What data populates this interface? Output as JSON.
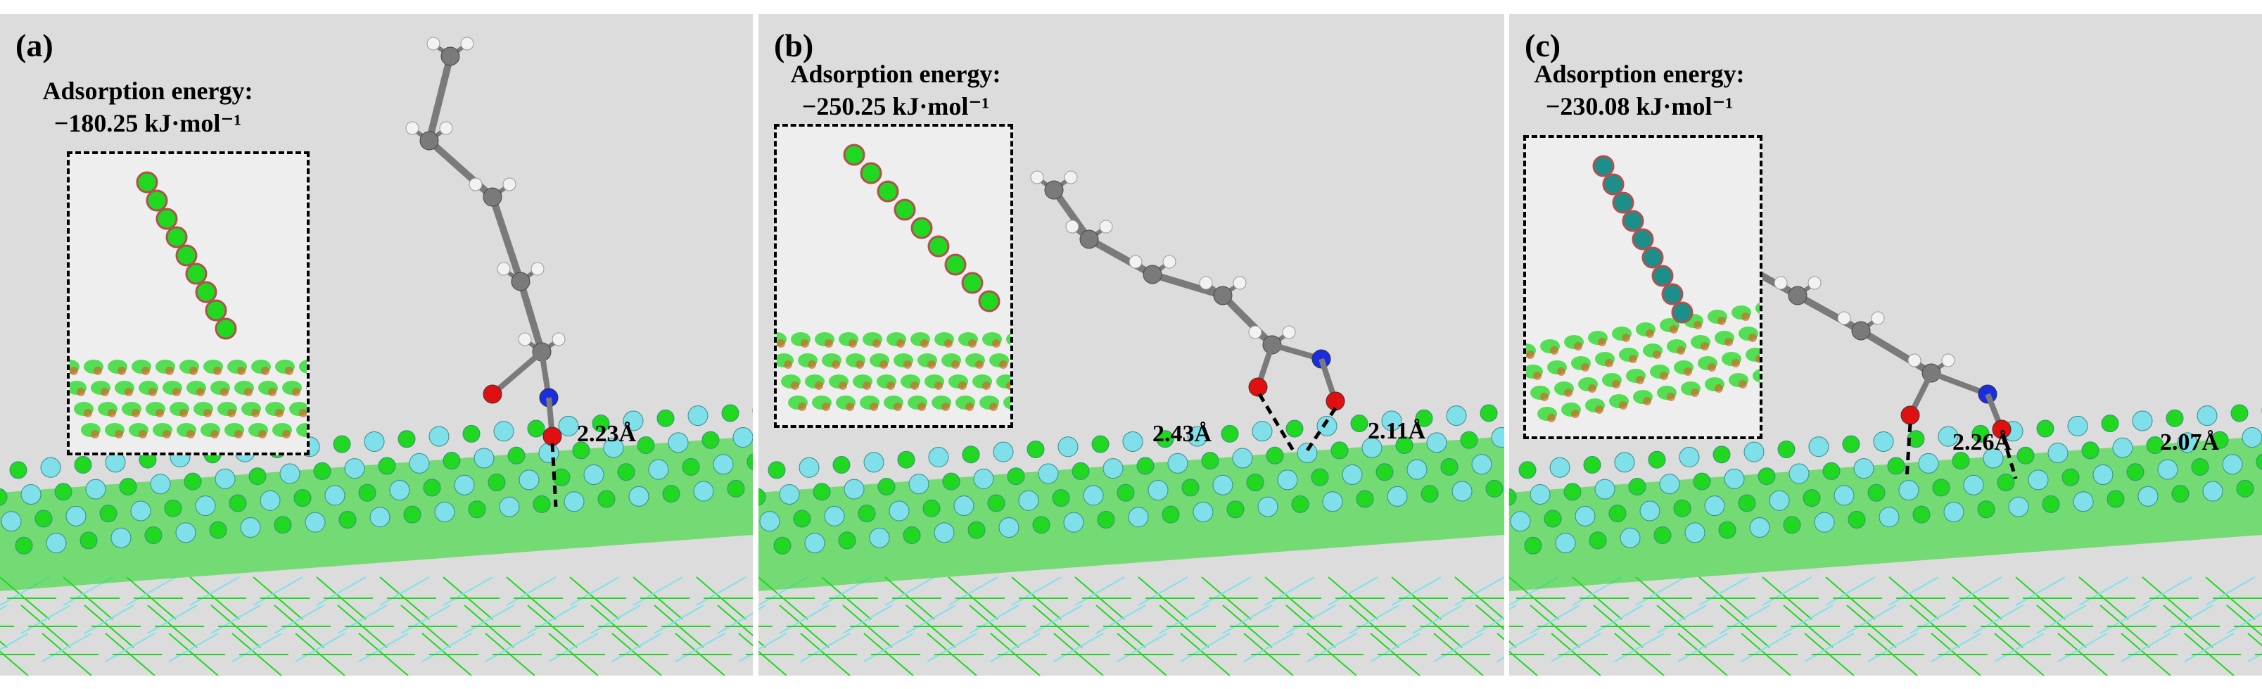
{
  "panels": [
    {
      "label": "(a)",
      "energy_title": "Adsorption energy:",
      "energy_value": "−180.25 kJ·mol⁻¹",
      "bond_lengths": [
        "2.23Å"
      ]
    },
    {
      "label": "(b)",
      "energy_title": "Adsorption energy:",
      "energy_value": "−250.25 kJ·mol⁻¹",
      "bond_lengths": [
        "2.43Å",
        "2.11Å"
      ]
    },
    {
      "label": "(c)",
      "energy_title": "Adsorption energy:",
      "energy_value": "−230.08 kJ·mol⁻¹",
      "bond_lengths": [
        "2.26Å",
        "2.07Å"
      ]
    }
  ],
  "colors": {
    "background": "#dcdcdc",
    "carbon": "#7a7a7a",
    "hydrogen": "#f2f2f2",
    "oxygen": "#e01010",
    "nitrogen": "#1a2ee0",
    "surface_green": "#1fd81f",
    "surface_cyan": "#7fe0ea",
    "inset_background": "#eeeeee"
  }
}
